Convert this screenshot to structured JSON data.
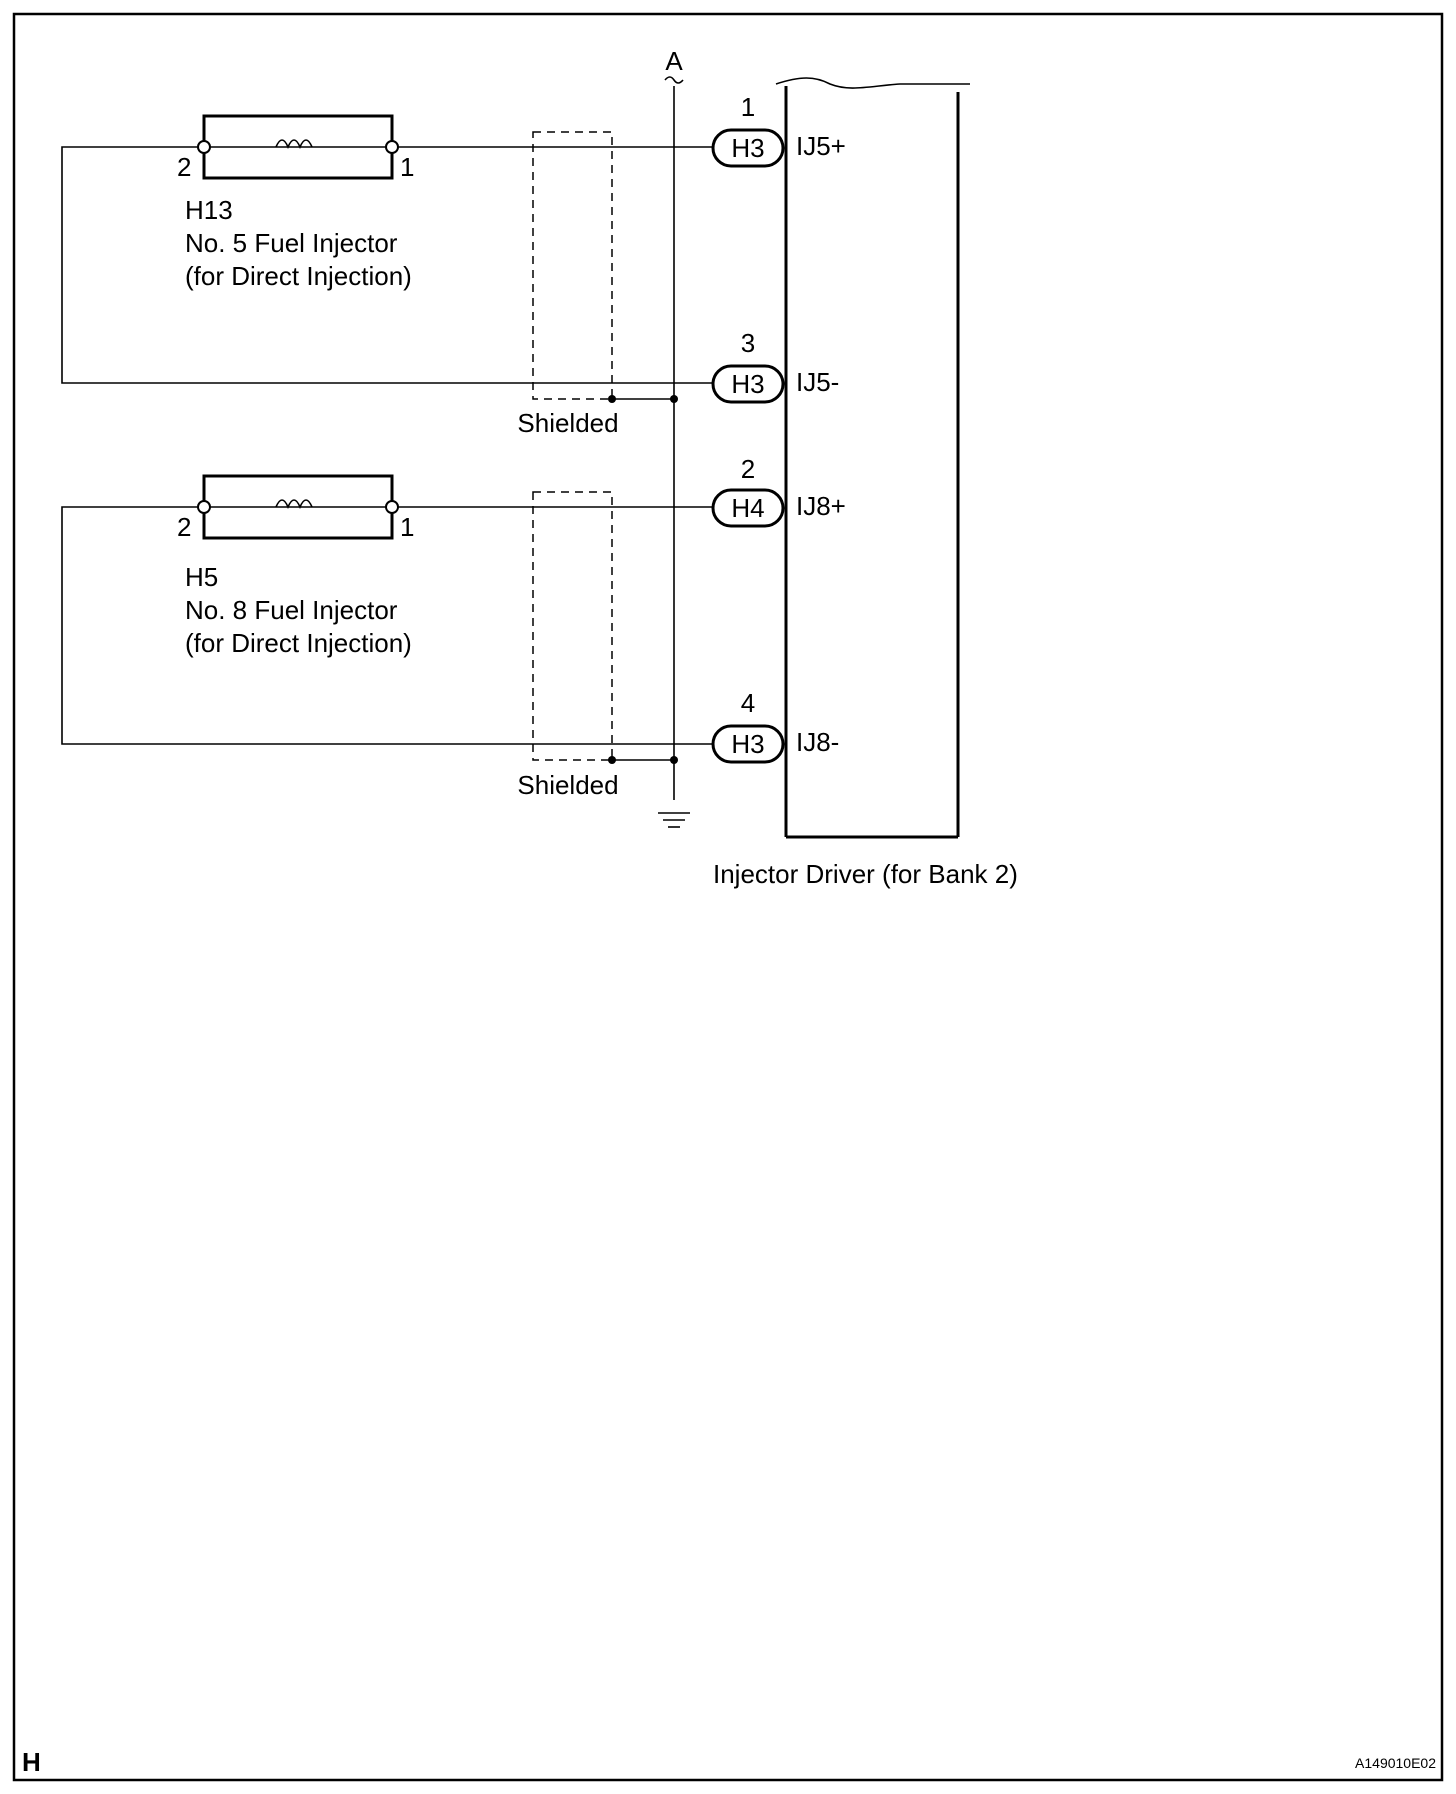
{
  "diagram": {
    "bus_label": "A",
    "ecu": {
      "name": "Injector Driver (for Bank 2)"
    },
    "injectors": [
      {
        "connector": "H13",
        "name": "No. 5 Fuel Injector",
        "note": "(for Direct Injection)",
        "left_terminal": "2",
        "right_terminal": "1"
      },
      {
        "connector": "H5",
        "name": "No. 8 Fuel Injector",
        "note": "(for Direct Injection)",
        "left_terminal": "2",
        "right_terminal": "1"
      }
    ],
    "pins": [
      {
        "pin": "1",
        "connector": "H3",
        "signal": "IJ5+"
      },
      {
        "pin": "3",
        "connector": "H3",
        "signal": "IJ5-"
      },
      {
        "pin": "2",
        "connector": "H4",
        "signal": "IJ8+"
      },
      {
        "pin": "4",
        "connector": "H3",
        "signal": "IJ8-"
      }
    ],
    "shield_labels": [
      "Shielded",
      "Shielded"
    ],
    "footer": {
      "section": "H",
      "figure_id": "A149010E02"
    }
  }
}
